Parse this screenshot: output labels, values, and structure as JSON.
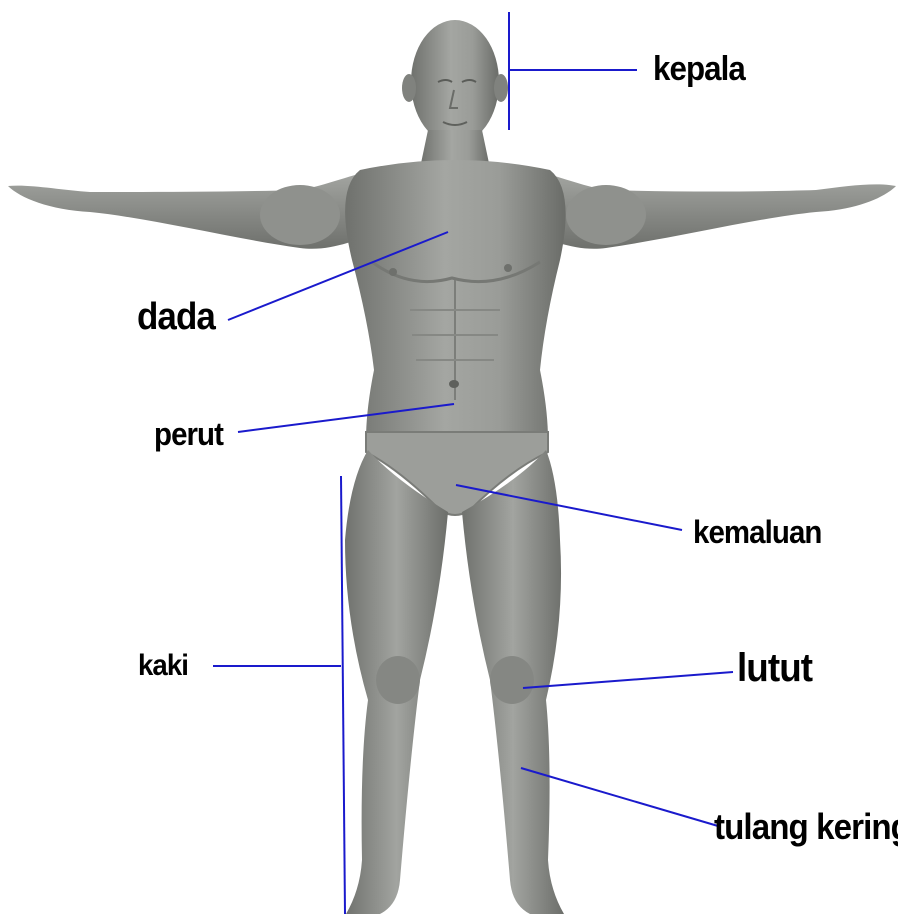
{
  "labels": {
    "kepala": "kepala",
    "dada": "dada",
    "perut": "perut",
    "kemaluan": "kemaluan",
    "kaki": "kaki",
    "lutut": "lutut",
    "tulang_kering": "tulang kering"
  },
  "colors": {
    "leader_line": "#1a1acc",
    "body_fill": "#8e908c",
    "body_shade": "#6d6f6b",
    "label_text": "#000000"
  }
}
